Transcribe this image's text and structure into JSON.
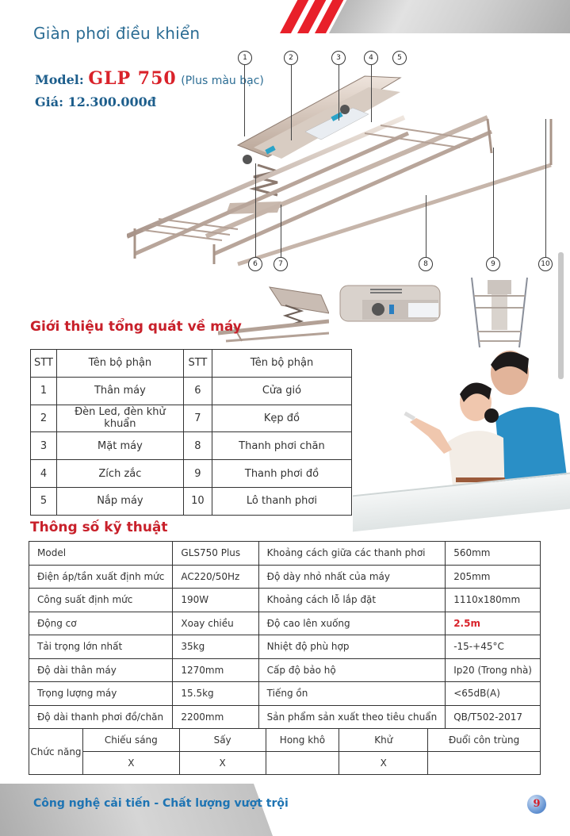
{
  "header": {
    "title": "Giàn phơi điều khiển",
    "model_label": "Model:",
    "model_code": "GLP 750",
    "model_note": "(Plus màu bạc)",
    "price_label": "Giá:",
    "price": "12.300.000đ",
    "accent_color": "#d9222a",
    "brand_color": "#1d5e8c"
  },
  "diagram": {
    "callouts": [
      "1",
      "2",
      "3",
      "4",
      "5",
      "6",
      "7",
      "8",
      "9",
      "10"
    ]
  },
  "overview": {
    "title": "Giới thiệu tổng quát về máy",
    "headers": [
      "STT",
      "Tên bộ phận",
      "STT",
      "Tên bộ phận"
    ],
    "rows": [
      {
        "no1": "1",
        "name1": "Thân máy",
        "no2": "6",
        "name2": "Cửa gió"
      },
      {
        "no1": "2",
        "name1": "Đèn Led, đèn khử khuẩn",
        "no2": "7",
        "name2": "Kẹp đồ"
      },
      {
        "no1": "3",
        "name1": "Mặt máy",
        "no2": "8",
        "name2": "Thanh phơi chăn"
      },
      {
        "no1": "4",
        "name1": "Zích zắc",
        "no2": "9",
        "name2": "Thanh phơi đồ"
      },
      {
        "no1": "5",
        "name1": "Nắp máy",
        "no2": "10",
        "name2": "Lô thanh phơi"
      }
    ]
  },
  "specs": {
    "title": "Thông số kỹ thuật",
    "rows": [
      {
        "k1": "Model",
        "v1": "GLS750 Plus",
        "k2": "Khoảng cách giữa các thanh phơi",
        "v2": "560mm"
      },
      {
        "k1": "Điện áp/tần xuất định mức",
        "v1": "AC220/50Hz",
        "k2": "Độ dày nhỏ nhất của máy",
        "v2": "205mm"
      },
      {
        "k1": "Công suất định mức",
        "v1": "190W",
        "k2": "Khoảng cách lỗ lắp đặt",
        "v2": "1110x180mm"
      },
      {
        "k1": "Động cơ",
        "v1": "Xoay chiều",
        "k2": "Độ cao lên xuống",
        "v2": "2.5m"
      },
      {
        "k1": "Tải trọng lớn nhất",
        "v1": "35kg",
        "k2": "Nhiệt độ phù hợp",
        "v2": "-15-+45°C"
      },
      {
        "k1": "Độ dài thân máy",
        "v1": "1270mm",
        "k2": "Cấp độ bảo hộ",
        "v2": "Ip20 (Trong nhà)"
      },
      {
        "k1": "Trọng lượng máy",
        "v1": "15.5kg",
        "k2": "Tiếng ồn",
        "v2": "<65dB(A)"
      },
      {
        "k1": "Độ dài thanh phơi đồ/chăn",
        "v1": "2200mm",
        "k2": "Sản phẩm sản xuất theo tiêu chuẩn",
        "v2": "QB/T502-2017"
      }
    ],
    "functions": {
      "label": "Chức năng",
      "names": [
        "Chiếu sáng",
        "Sấy",
        "Hong khô",
        "Khử",
        "Đuổi côn trùng"
      ],
      "marks": [
        "X",
        "X",
        "",
        "X",
        ""
      ]
    }
  },
  "footer": {
    "slogan": "Công nghệ cải tiến - Chất lượng vượt trội",
    "page_number": "9"
  }
}
